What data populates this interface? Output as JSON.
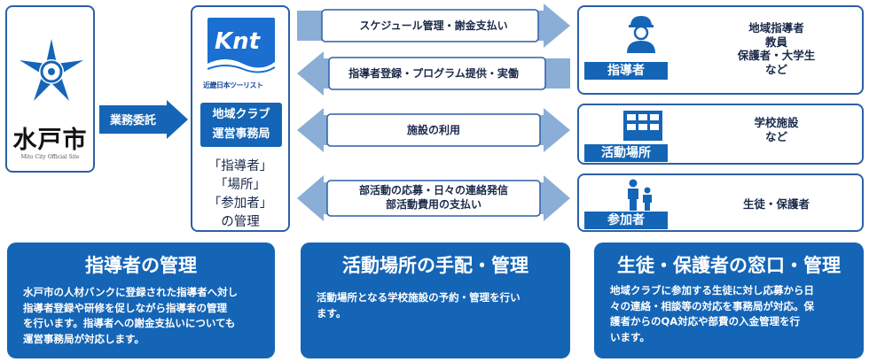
{
  "mito": {
    "city": "水戸市",
    "subtitle": "Mito City Official Site"
  },
  "gyomu": {
    "label": "業務委託"
  },
  "knt": {
    "logo_text": "Knt",
    "company_small": "近畿日本ツーリスト",
    "office": [
      "地域クラブ",
      "運営事務局"
    ],
    "management": [
      "「指導者」",
      "「場所」",
      "「参加者」",
      "の管理"
    ]
  },
  "arrows": [
    {
      "text": [
        "スケジュール管理・謝金支払い"
      ],
      "direction": "right"
    },
    {
      "text": [
        "指導者登録・プログラム提供・実働"
      ],
      "direction": "left"
    },
    {
      "text": [
        "施設の利用"
      ],
      "direction": "both"
    },
    {
      "text": [
        "部活動の応募・日々の連絡発信",
        "部活動費用の支払い"
      ],
      "direction": "both"
    }
  ],
  "right_boxes": [
    {
      "label": "指導者",
      "icon": "instructor-icon",
      "desc": [
        "地域指導者",
        "教員",
        "保護者・大学生",
        "など"
      ]
    },
    {
      "label": "活動場所",
      "icon": "school-building-icon",
      "desc": [
        "学校施設",
        "など"
      ]
    },
    {
      "label": "参加者",
      "icon": "participants-icon",
      "desc": [
        "生徒・保護者"
      ]
    }
  ],
  "panels": [
    {
      "title": "指導者の管理",
      "body": [
        "水戸市の人材バンクに登録された指導者へ対し",
        "指導者登録や研修を促しながら指導者の管理",
        "を行います。指導者への謝金支払いについても",
        "運営事務局が対応します。"
      ]
    },
    {
      "title": "活動場所の手配・管理",
      "body": [
        "活動場所となる学校施設の予約・管理を行い",
        "ます。"
      ]
    },
    {
      "title": "生徒・保護者の窓口・管理",
      "body": [
        "地域クラブに参加する生徒に対し応募から日",
        "々の連絡・相談等の対応を事務局が対応。保",
        "護者からのQA対応や部費の入金管理を行",
        "います。"
      ]
    }
  ],
  "colors": {
    "primary": "#1565b6",
    "border": "#2d5fa8",
    "arrow": "#8aaed6"
  }
}
